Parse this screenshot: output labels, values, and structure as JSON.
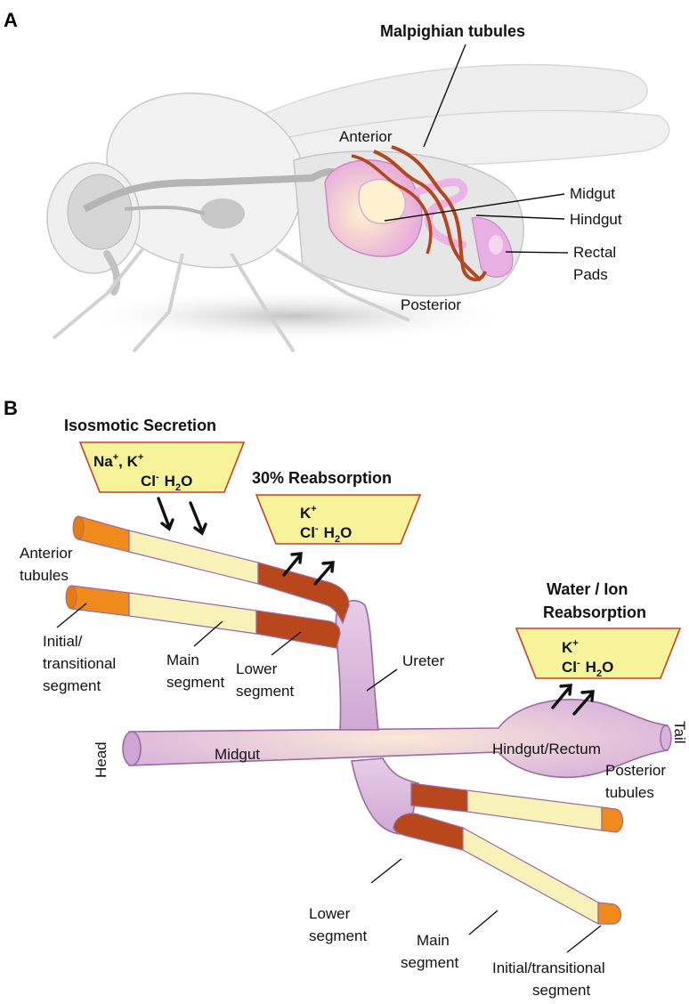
{
  "panels": {
    "a": "A",
    "b": "B"
  },
  "panel_a": {
    "malpighian_tubules": "Malpighian tubules",
    "anterior": "Anterior",
    "midgut": "Midgut",
    "hindgut": "Hindgut",
    "rectal_pads_line1": "Rectal",
    "rectal_pads_line2": "Pads",
    "posterior": "Posterior"
  },
  "panel_b": {
    "isosmotic_title": "Isosmotic Secretion",
    "reabsorption_title": "30% Reabsorption",
    "water_ion_line1": "Water / Ion",
    "water_ion_line2": "Reabsorption",
    "box1": {
      "na": "Na",
      "k": "K",
      "cl": "Cl",
      "h": "H",
      "two": "2",
      "o": "O",
      "plus": "+",
      "minus": "-",
      "comma": ", "
    },
    "box2": {
      "k": "K",
      "cl": "Cl",
      "h": "H",
      "two": "2",
      "o": "O",
      "plus": "+",
      "minus": "-"
    },
    "box3": {
      "k": "K",
      "cl": "Cl",
      "h": "H",
      "two": "2",
      "o": "O",
      "plus": "+",
      "minus": "-"
    },
    "anterior_tubules_line1": "Anterior",
    "anterior_tubules_line2": "tubules",
    "initial_line1": "Initial/",
    "initial_line2": "transitional",
    "initial_line3": "segment",
    "main_line1": "Main",
    "main_line2": "segment",
    "lower_line1": "Lower",
    "lower_line2": "segment",
    "ureter": "Ureter",
    "head": "Head",
    "midgut": "Midgut",
    "hindgut_rectum": "Hindgut/Rectum",
    "tail": "Tail",
    "posterior_tubules_line1": "Posterior",
    "posterior_tubules_line2": "tubules",
    "lower2_line1": "Lower",
    "lower2_line2": "segment",
    "main2_line1": "Main",
    "main2_line2": "segment",
    "initial2_line1": "Initial/transitional",
    "initial2_line2": "segment"
  },
  "colors": {
    "gut": "#dcb8dc",
    "initial": "#f08a1a",
    "main": "#f8f2b8",
    "lower": "#b8481c",
    "box_fill": "#f7f39a",
    "box_stroke": "#c8401f"
  }
}
